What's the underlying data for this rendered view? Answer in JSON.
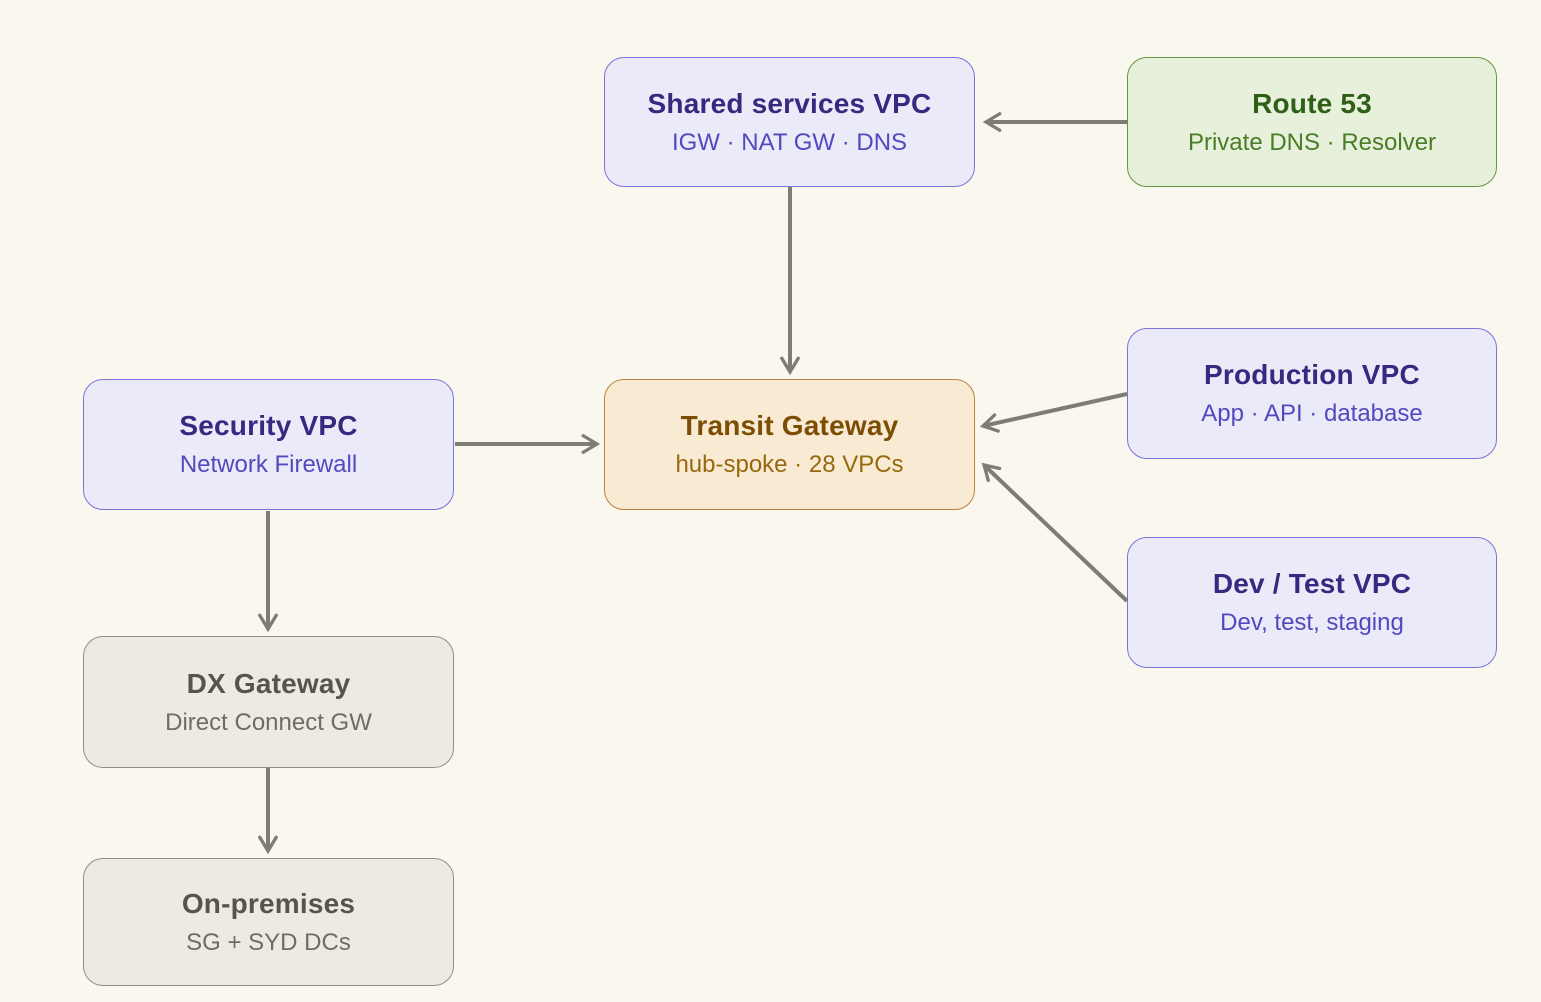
{
  "diagram": {
    "colors": {
      "background": "#FAF7EF",
      "arrow": "#7D7C75",
      "purple_fill": "#EBEAF9",
      "purple_border": "#7C71D9",
      "purple_title": "#36297F",
      "purple_subtitle": "#5548BE",
      "green_fill": "#E7F0DB",
      "green_border": "#63953F",
      "green_title": "#2F5E16",
      "green_subtitle": "#4A7D26",
      "orange_fill": "#F9EBD3",
      "orange_border": "#B9813B",
      "orange_title": "#7B4E04",
      "orange_subtitle": "#97690F",
      "gray_fill": "#ECEAE2",
      "gray_border": "#908E85",
      "gray_title": "#56544C",
      "gray_subtitle": "#6E6C64"
    },
    "nodes": [
      {
        "id": "shared-services-vpc",
        "title": "Shared services VPC",
        "subtitle": "IGW · NAT GW · DNS",
        "variant": "purple"
      },
      {
        "id": "route-53",
        "title": "Route 53",
        "subtitle": "Private DNS · Resolver",
        "variant": "green"
      },
      {
        "id": "security-vpc",
        "title": "Security VPC",
        "subtitle": "Network Firewall",
        "variant": "purple"
      },
      {
        "id": "transit-gateway",
        "title": "Transit Gateway",
        "subtitle": "hub-spoke · 28 VPCs",
        "variant": "orange"
      },
      {
        "id": "production-vpc",
        "title": "Production VPC",
        "subtitle": "App · API · database",
        "variant": "purple"
      },
      {
        "id": "dev-test-vpc",
        "title": "Dev / Test VPC",
        "subtitle": "Dev, test, staging",
        "variant": "purple"
      },
      {
        "id": "dx-gateway",
        "title": "DX Gateway",
        "subtitle": "Direct Connect GW",
        "variant": "gray"
      },
      {
        "id": "on-premises",
        "title": "On-premises",
        "subtitle": "SG + SYD DCs",
        "variant": "gray"
      }
    ],
    "edges": [
      {
        "from": "route-53",
        "to": "shared-services-vpc"
      },
      {
        "from": "shared-services-vpc",
        "to": "transit-gateway"
      },
      {
        "from": "security-vpc",
        "to": "transit-gateway"
      },
      {
        "from": "production-vpc",
        "to": "transit-gateway"
      },
      {
        "from": "dev-test-vpc",
        "to": "transit-gateway"
      },
      {
        "from": "security-vpc",
        "to": "dx-gateway"
      },
      {
        "from": "dx-gateway",
        "to": "on-premises"
      }
    ]
  }
}
